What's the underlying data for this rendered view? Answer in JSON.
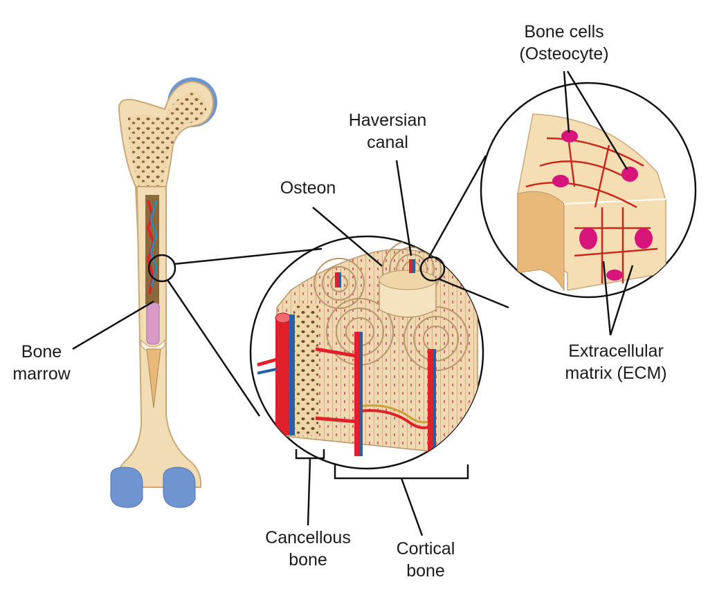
{
  "diagram": {
    "title": "Bone structure",
    "labels": {
      "bone_cells": {
        "line1": "Bone cells",
        "line2": "(Osteocyte)"
      },
      "haversian_canal": {
        "line1": "Haversian",
        "line2": "canal"
      },
      "osteon": {
        "line1": "Osteon"
      },
      "bone_marrow": {
        "line1": "Bone",
        "line2": "marrow"
      },
      "ecm": {
        "line1": "Extracellular",
        "line2": "matrix (ECM)"
      },
      "cancellous_bone": {
        "line1": "Cancellous",
        "line2": "bone"
      },
      "cortical_bone": {
        "line1": "Cortical",
        "line2": "bone"
      }
    },
    "colors": {
      "bone": "#f2dcb3",
      "bone_dark": "#e8c58f",
      "cartilage": "#6f95d0",
      "artery": "#e3202a",
      "vein": "#2a5fa8",
      "osteocyte": "#d8147a",
      "canaliculi": "#c8281e",
      "marrow": "#d79ac9",
      "leader_line": "#111111"
    }
  }
}
